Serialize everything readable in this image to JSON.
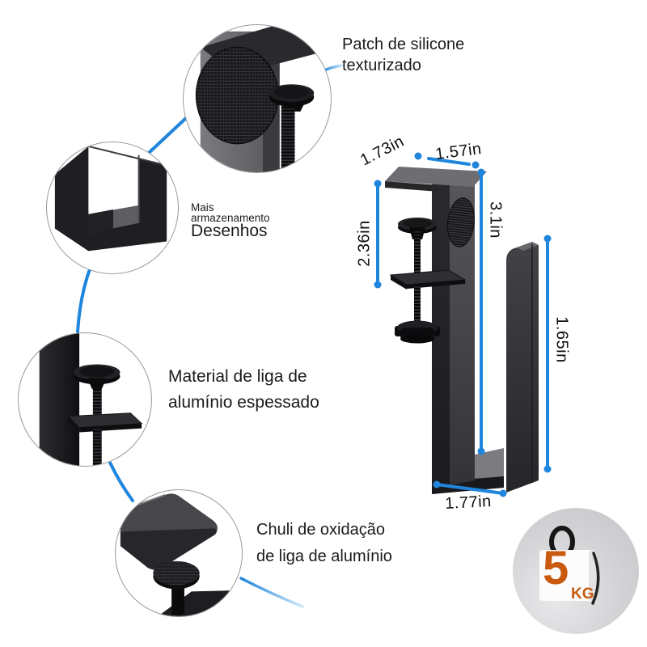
{
  "labels": {
    "patch": {
      "line1": "Patch de silicone",
      "line2": "texturizado"
    },
    "storage": {
      "line1": "Mais",
      "line2": "armazenamento",
      "line3": "Desenhos"
    },
    "material": {
      "line1": "Material de liga de",
      "line2": "alumínio espessado"
    },
    "oxidation": {
      "line1": "Chuli de oxidação",
      "line2": "de liga de alumínio"
    }
  },
  "dimensions": {
    "top_depth": "1.73in",
    "top_width": "1.57in",
    "clamp_opening": "2.36in",
    "inner_height": "3.1in",
    "hook_height": "1.65in",
    "bottom_width": "1.77in"
  },
  "load_badge": {
    "value": "5",
    "unit": "KG"
  },
  "colors": {
    "accent_blue": "#1f85dd",
    "badge_orange": "#c85a10",
    "product_dark": "#242428",
    "product_gray": "#6e6e72"
  }
}
